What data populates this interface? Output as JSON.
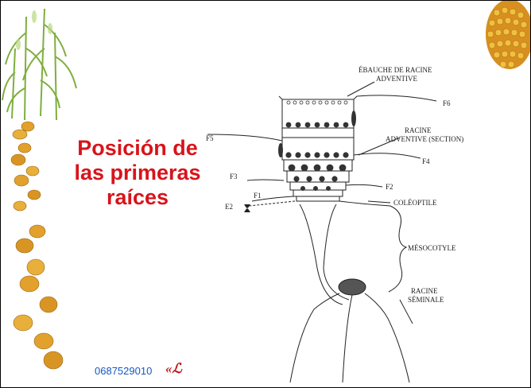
{
  "slide": {
    "title_lines": [
      "Posición de",
      "las primeras",
      "raíces"
    ],
    "footer_phone": "0687529010",
    "footer_glyph": "«ℒ"
  },
  "diagram": {
    "labels": {
      "ebauche_1": "ÉBAUCHE DE RACINE",
      "ebauche_2": "ADVENTIVE",
      "f6": "F6",
      "racine_adv_1": "RACINE",
      "racine_adv_2": "ADVENTIVE (SECTION)",
      "f5": "F5",
      "f4": "F4",
      "f3": "F3",
      "f2": "F2",
      "f1": "F1",
      "e2": "E2",
      "coleoptile": "COLÉOPTILE",
      "mesocotyle": "MÉSOCOTYLE",
      "racine_sem_1": "RACINE",
      "racine_sem_2": "SÉMINALE"
    }
  },
  "colors": {
    "title": "#d8141b",
    "phone": "#1558c0",
    "glyph": "#c0141b",
    "corn_kernel": "#e2a12c",
    "plant_green": "#8fbf4e"
  },
  "icons": [
    "corn-plant-icon",
    "corn-kernel-icon",
    "corn-cob-icon"
  ]
}
